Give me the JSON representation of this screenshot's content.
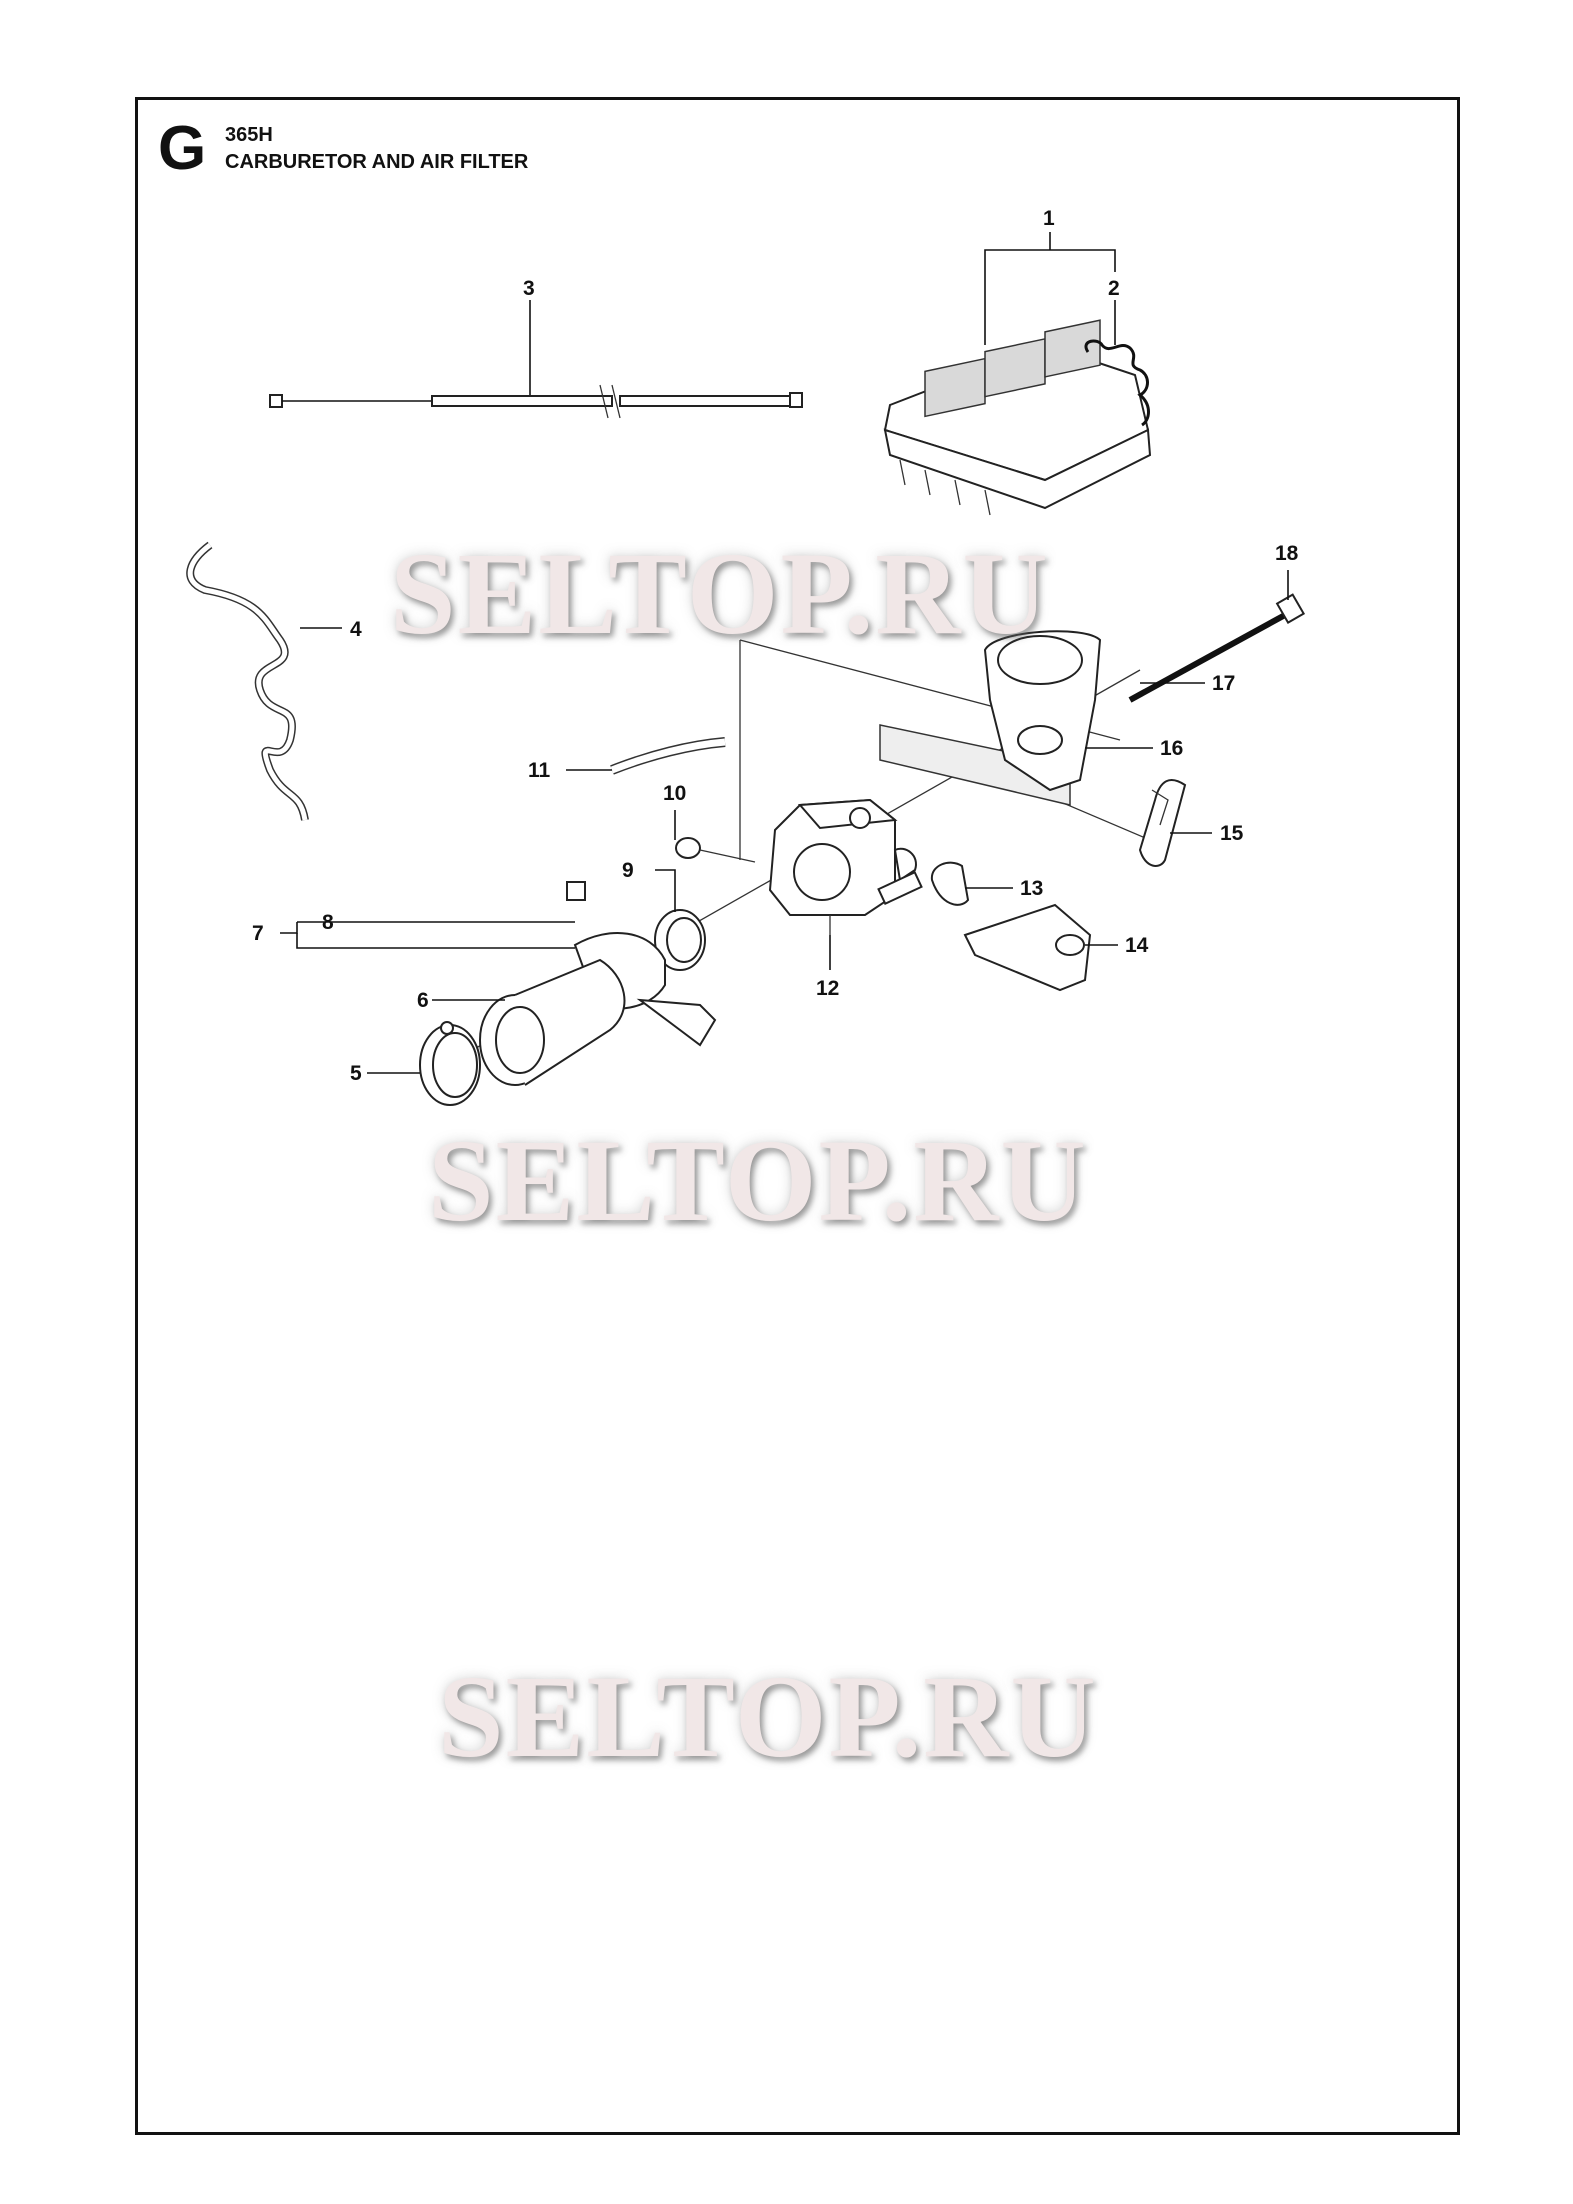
{
  "header": {
    "section_letter": "G",
    "model": "365H",
    "title": "CARBURETOR AND AIR FILTER"
  },
  "watermark": "SELTOP.RU",
  "callouts": [
    "1",
    "2",
    "3",
    "4",
    "5",
    "6",
    "7",
    "8",
    "9",
    "10",
    "11",
    "12",
    "13",
    "14",
    "15",
    "16",
    "17",
    "18"
  ]
}
